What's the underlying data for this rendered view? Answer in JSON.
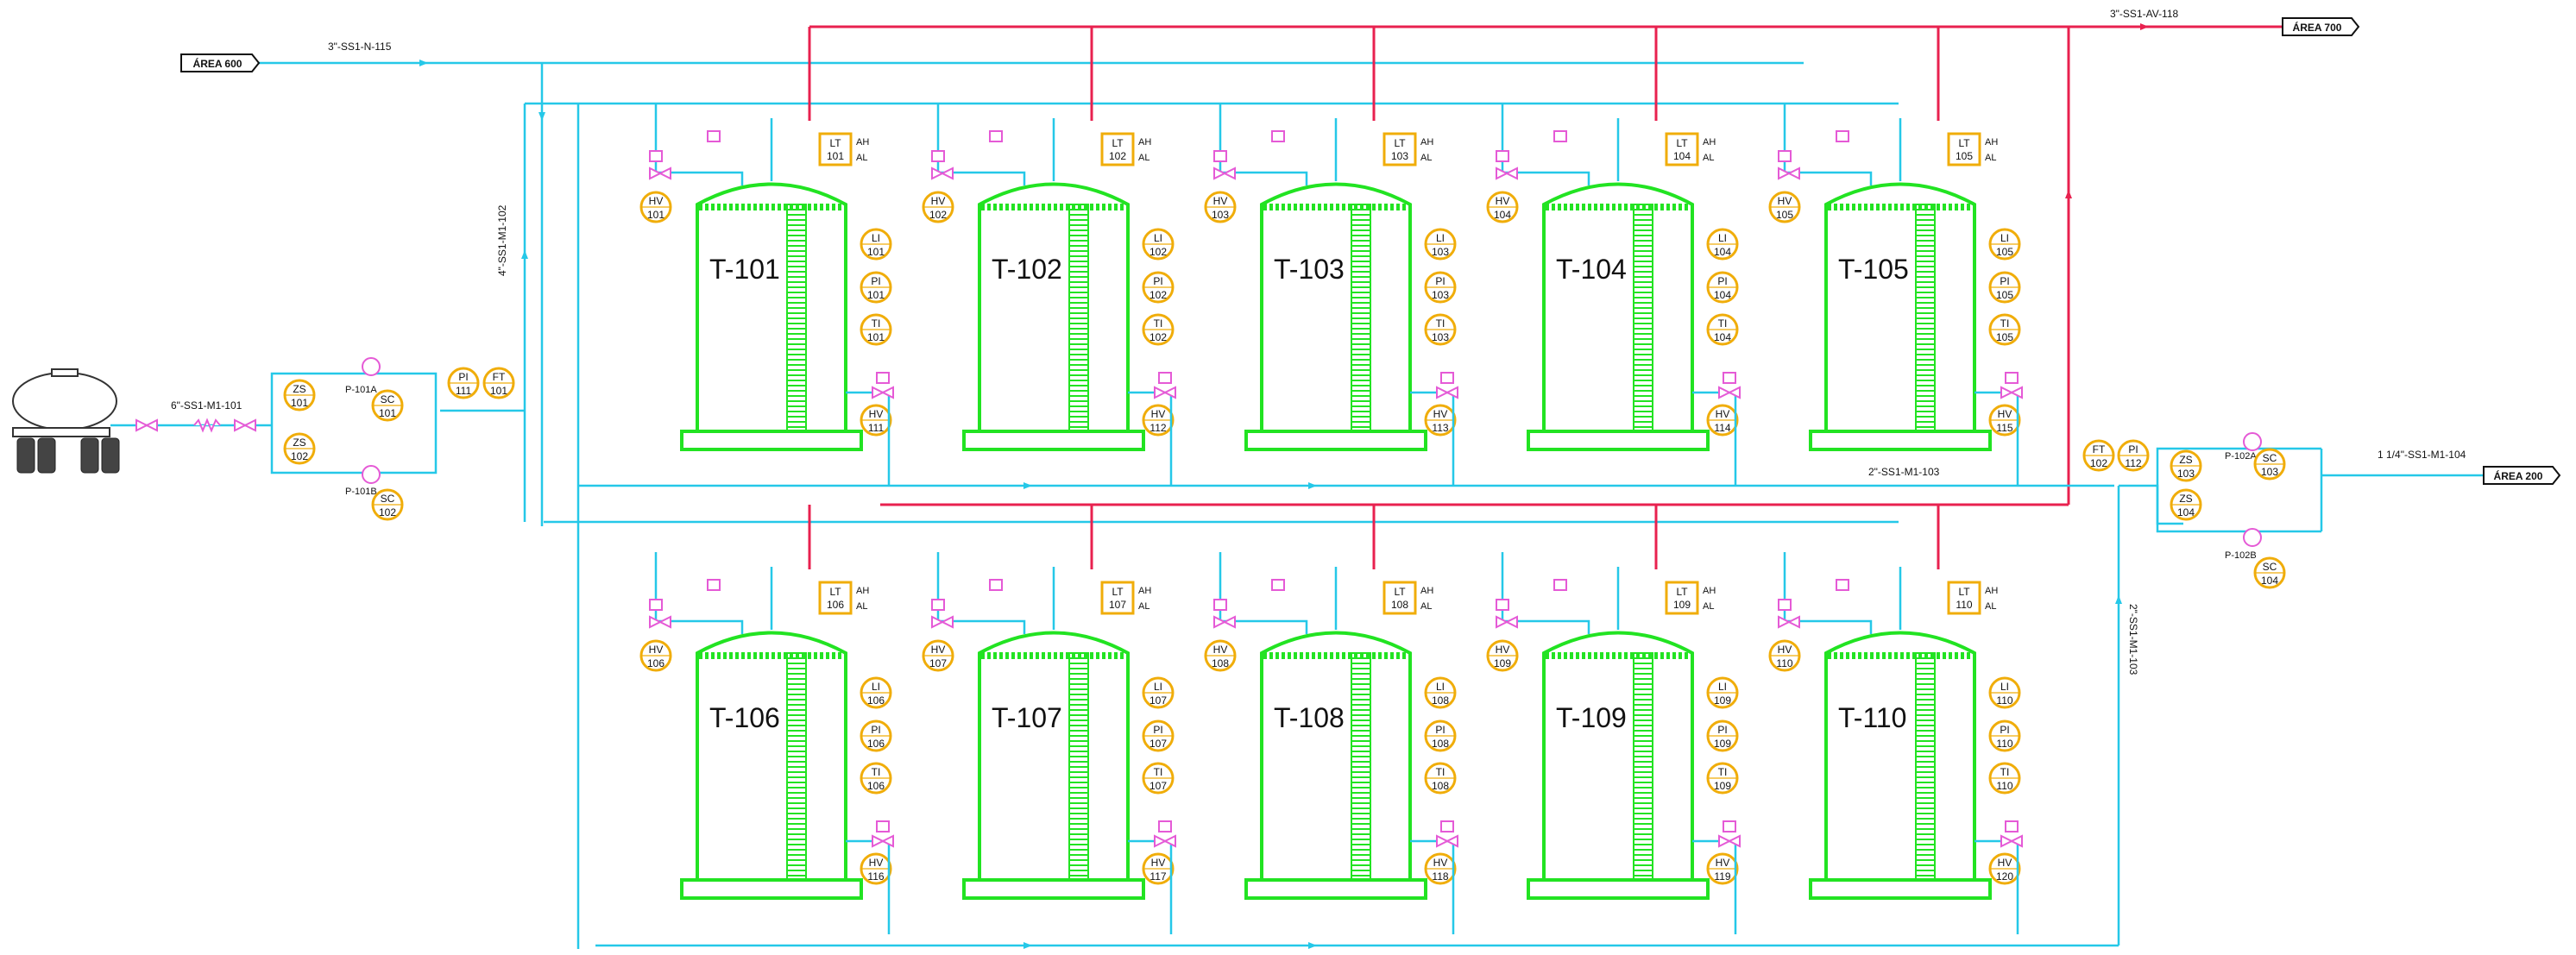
{
  "areas": {
    "area600": "ÁREA 600",
    "area700": "ÁREA 700",
    "area200": "ÁREA 200"
  },
  "line_labels": {
    "header_nitrogen": "3\"-SS1-N-115",
    "vent_header": "3\"-SS1-AV-118",
    "truck_line": "6\"-SS1-M1-101",
    "fill_header": "4\"-SS1-M1-102",
    "outlet_header_h": "2\"-SS1-M1-103",
    "outlet_header_v": "2\"-SS1-M1-103",
    "discharge_line": "1 1/4\"-SS1-M1-104"
  },
  "pumps": {
    "p101a": "P-101A",
    "p101b": "P-101B",
    "p102a": "P-102A",
    "p102b": "P-102B"
  },
  "alarms": {
    "high": "AH",
    "low": "AL"
  },
  "unload_instruments": [
    {
      "tag": "ZS",
      "num": "101"
    },
    {
      "tag": "ZS",
      "num": "102"
    },
    {
      "tag": "SC",
      "num": "101"
    },
    {
      "tag": "SC",
      "num": "102"
    },
    {
      "tag": "PI",
      "num": "111"
    },
    {
      "tag": "FT",
      "num": "101"
    }
  ],
  "discharge_instruments": [
    {
      "tag": "FT",
      "num": "102"
    },
    {
      "tag": "PI",
      "num": "112"
    },
    {
      "tag": "ZS",
      "num": "103"
    },
    {
      "tag": "ZS",
      "num": "104"
    },
    {
      "tag": "SC",
      "num": "103"
    },
    {
      "tag": "SC",
      "num": "104"
    }
  ],
  "tanks": [
    {
      "name": "T-101",
      "lt": "101",
      "li": "101",
      "pi": "101",
      "ti": "101",
      "hv_top": "101",
      "hv_bot": "111"
    },
    {
      "name": "T-102",
      "lt": "102",
      "li": "102",
      "pi": "102",
      "ti": "102",
      "hv_top": "102",
      "hv_bot": "112"
    },
    {
      "name": "T-103",
      "lt": "103",
      "li": "103",
      "pi": "103",
      "ti": "103",
      "hv_top": "103",
      "hv_bot": "113"
    },
    {
      "name": "T-104",
      "lt": "104",
      "li": "104",
      "pi": "104",
      "ti": "104",
      "hv_top": "104",
      "hv_bot": "114"
    },
    {
      "name": "T-105",
      "lt": "105",
      "li": "105",
      "pi": "105",
      "ti": "105",
      "hv_top": "105",
      "hv_bot": "115"
    },
    {
      "name": "T-106",
      "lt": "106",
      "li": "106",
      "pi": "106",
      "ti": "106",
      "hv_top": "106",
      "hv_bot": "116"
    },
    {
      "name": "T-107",
      "lt": "107",
      "li": "107",
      "pi": "107",
      "ti": "107",
      "hv_top": "107",
      "hv_bot": "117"
    },
    {
      "name": "T-108",
      "lt": "108",
      "li": "108",
      "pi": "108",
      "ti": "108",
      "hv_top": "108",
      "hv_bot": "118"
    },
    {
      "name": "T-109",
      "lt": "109",
      "li": "109",
      "pi": "109",
      "ti": "109",
      "hv_top": "109",
      "hv_bot": "119"
    },
    {
      "name": "T-110",
      "lt": "110",
      "li": "110",
      "pi": "110",
      "ti": "110",
      "hv_top": "110",
      "hv_bot": "120"
    }
  ],
  "colors": {
    "tank": "#22e322",
    "process_line": "#25c8e8",
    "vent_line": "#e8214f",
    "valve": "#e55ad6",
    "instrument": "#f0ad0a"
  }
}
